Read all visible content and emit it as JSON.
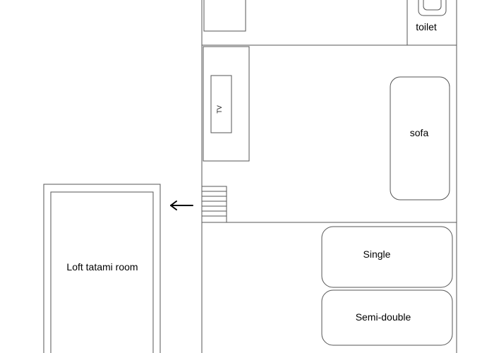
{
  "rooms": {
    "loft": {
      "label": "Loft tatami room"
    }
  },
  "furniture": {
    "toilet": {
      "label": "toilet"
    },
    "tv": {
      "label": "TV"
    },
    "sofa": {
      "label": "sofa"
    },
    "single_bed": {
      "label": "Single"
    },
    "semi_double_bed": {
      "label": "Semi-double"
    }
  },
  "arrow": {
    "icon": "arrow-left-icon",
    "glyph": "←"
  },
  "colors": {
    "line": "#555555",
    "text": "#000000",
    "background": "#ffffff"
  }
}
